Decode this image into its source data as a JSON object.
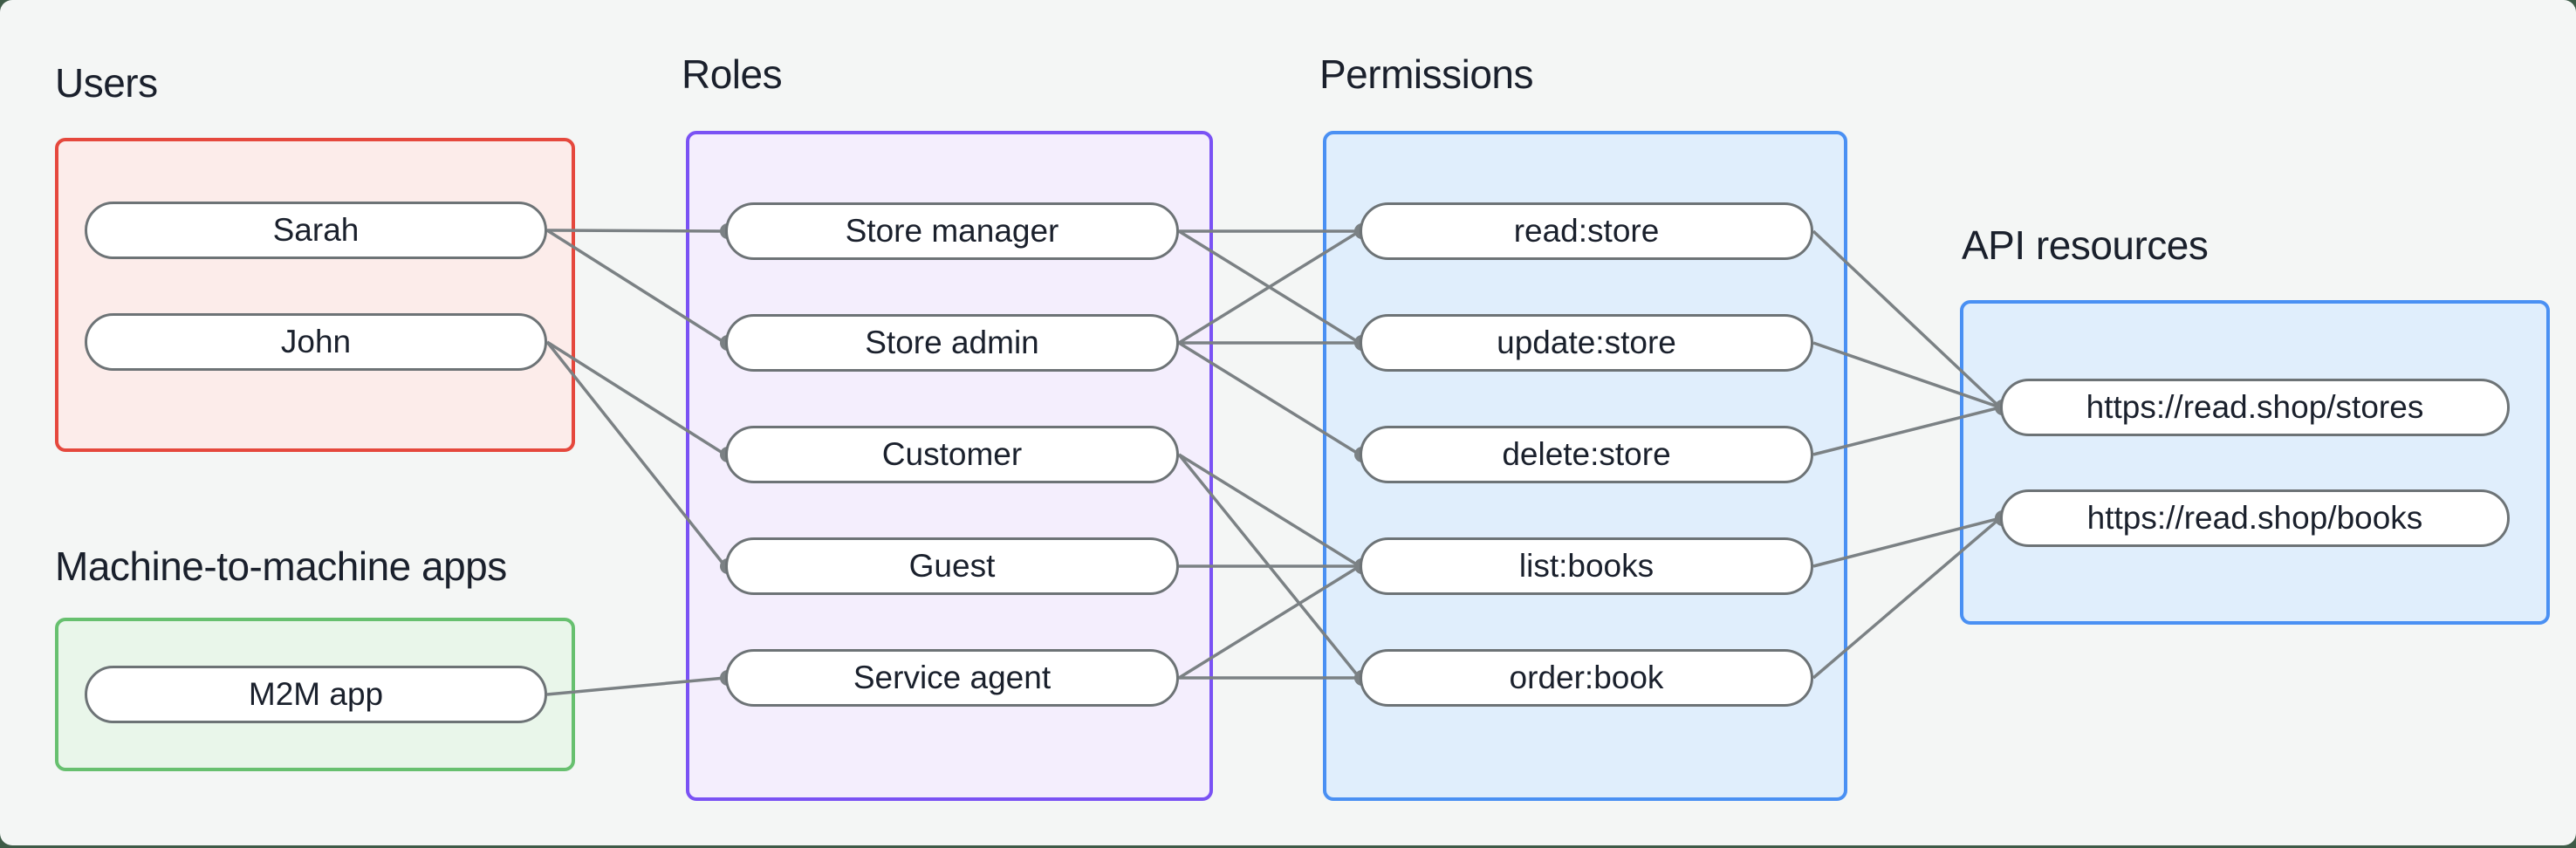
{
  "sections": {
    "users": {
      "label": "Users",
      "items": [
        {
          "id": "sarah",
          "label": "Sarah"
        },
        {
          "id": "john",
          "label": "John"
        }
      ]
    },
    "m2m": {
      "label": "Machine-to-machine apps",
      "items": [
        {
          "id": "m2m-app",
          "label": "M2M app"
        }
      ]
    },
    "roles": {
      "label": "Roles",
      "items": [
        {
          "id": "store-manager",
          "label": "Store manager"
        },
        {
          "id": "store-admin",
          "label": "Store admin"
        },
        {
          "id": "customer",
          "label": "Customer"
        },
        {
          "id": "guest",
          "label": "Guest"
        },
        {
          "id": "service-agent",
          "label": "Service agent"
        }
      ]
    },
    "permissions": {
      "label": "Permissions",
      "items": [
        {
          "id": "read-store",
          "label": "read:store"
        },
        {
          "id": "update-store",
          "label": "update:store"
        },
        {
          "id": "delete-store",
          "label": "delete:store"
        },
        {
          "id": "list-books",
          "label": "list:books"
        },
        {
          "id": "order-book",
          "label": "order:book"
        }
      ]
    },
    "api_resources": {
      "label": "API resources",
      "items": [
        {
          "id": "api-stores",
          "label": "https://read.shop/stores"
        },
        {
          "id": "api-books",
          "label": "https://read.shop/books"
        }
      ]
    }
  },
  "edges": [
    [
      "sarah",
      "store-manager"
    ],
    [
      "sarah",
      "store-admin"
    ],
    [
      "john",
      "customer"
    ],
    [
      "john",
      "guest"
    ],
    [
      "m2m-app",
      "service-agent"
    ],
    [
      "store-manager",
      "read-store"
    ],
    [
      "store-manager",
      "update-store"
    ],
    [
      "store-admin",
      "read-store"
    ],
    [
      "store-admin",
      "update-store"
    ],
    [
      "store-admin",
      "delete-store"
    ],
    [
      "customer",
      "list-books"
    ],
    [
      "customer",
      "order-book"
    ],
    [
      "guest",
      "list-books"
    ],
    [
      "service-agent",
      "list-books"
    ],
    [
      "service-agent",
      "order-book"
    ],
    [
      "read-store",
      "api-stores"
    ],
    [
      "update-store",
      "api-stores"
    ],
    [
      "delete-store",
      "api-stores"
    ],
    [
      "list-books",
      "api-books"
    ],
    [
      "order-book",
      "api-books"
    ]
  ],
  "colors": {
    "backdrop": "#3e5b47",
    "canvas": "#f4f6f5",
    "text": "#1a202c",
    "line": "#7b8184",
    "pill_border": "#6d7376",
    "pill_fill": "#ffffff",
    "users_border": "#e5483d",
    "users_fill": "#fcecea",
    "m2m_border": "#67c06f",
    "m2m_fill": "#e9f6ea",
    "roles_border": "#7a52f4",
    "roles_fill": "#f4eefd",
    "permissions_border": "#4a90f3",
    "permissions_fill": "#e0eefc",
    "api_border": "#4a90f3",
    "api_fill": "#e0eefc"
  }
}
